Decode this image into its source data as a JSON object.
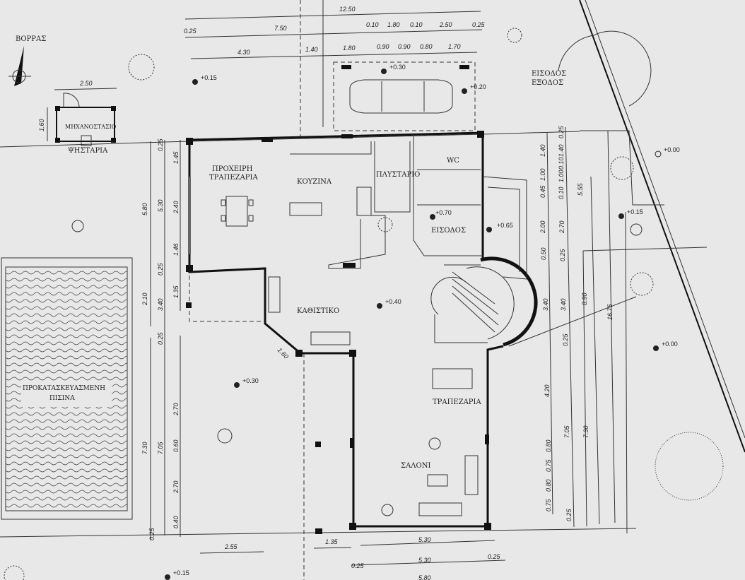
{
  "north_label": "ΒΟΡΡΑΣ",
  "rooms": {
    "machine_room": "ΜΗΧΑΝΟΣΤΑΣΙΟ",
    "grill": "ΨΗΣΤΑΡΙΑ",
    "breakfast_1": "ΠΡΟΧΕΙΡΗ",
    "breakfast_2": "ΤΡΑΠΕΖΑΡΙΑ",
    "kitchen": "ΚΟΥΖΙΝΑ",
    "laundry": "ΠΛΥΣΤΑΡΙΟ",
    "wc": "WC",
    "entrance": "ΕΙΣΟΔΟΣ",
    "living": "ΚΑΘΙΣΤΙΚΟ",
    "dining": "ΤΡΑΠΕΖΑΡΙΑ",
    "salon": "ΣΑΛΟΝΙ",
    "pool_1": "ΠΡΟΚΑΤΑΣΚΕΥΑΣΜΕΝΗ",
    "pool_2": "ΠΙΣΙΝΑ",
    "gate_1": "ΕΙΣΟΔΟΣ",
    "gate_2": "ΕΞΟΔΟΣ"
  },
  "elevations": [
    "+0.15",
    "+0.30",
    "+0.20",
    "+0.70",
    "+0.65",
    "+0.40",
    "+0.30",
    "+0.00",
    "+0.15",
    "+0.00",
    "+0.15"
  ],
  "dims_top": [
    "12.50",
    "0.25",
    "7.50",
    "0.10",
    "1.80",
    "0.10",
    "2.50",
    "0.25",
    "4.30",
    "1.40",
    "1.80",
    "0.90",
    "0.90",
    "0.80",
    "1.70",
    "2.50",
    "1.60",
    "1.60"
  ],
  "dims_left": [
    "0.25",
    "1.45",
    "2.40",
    "1.46",
    "0.25",
    "1.35",
    "5.80",
    "5.30",
    "2.10",
    "3.40",
    "0.25",
    "7.30",
    "7.05",
    "2.70",
    "0.60",
    "2.70",
    "0.40",
    "0.25"
  ],
  "dims_right": [
    "1.40",
    "1.00",
    "0.45",
    "2.00",
    "0.50",
    "3.40",
    "4.20",
    "0.80",
    "0.75",
    "0.80",
    "0.75",
    "0.25",
    "1.40",
    "0.10",
    "1.00",
    "0.10",
    "2.70",
    "0.25",
    "3.40",
    "0.25",
    "7.05",
    "7.30",
    "0.25",
    "5.55",
    "8.90",
    "16.75"
  ],
  "dims_bottom": [
    "2.55",
    "1.35",
    "5.30",
    "0.25",
    "5.30",
    "0.25",
    "5.80"
  ]
}
